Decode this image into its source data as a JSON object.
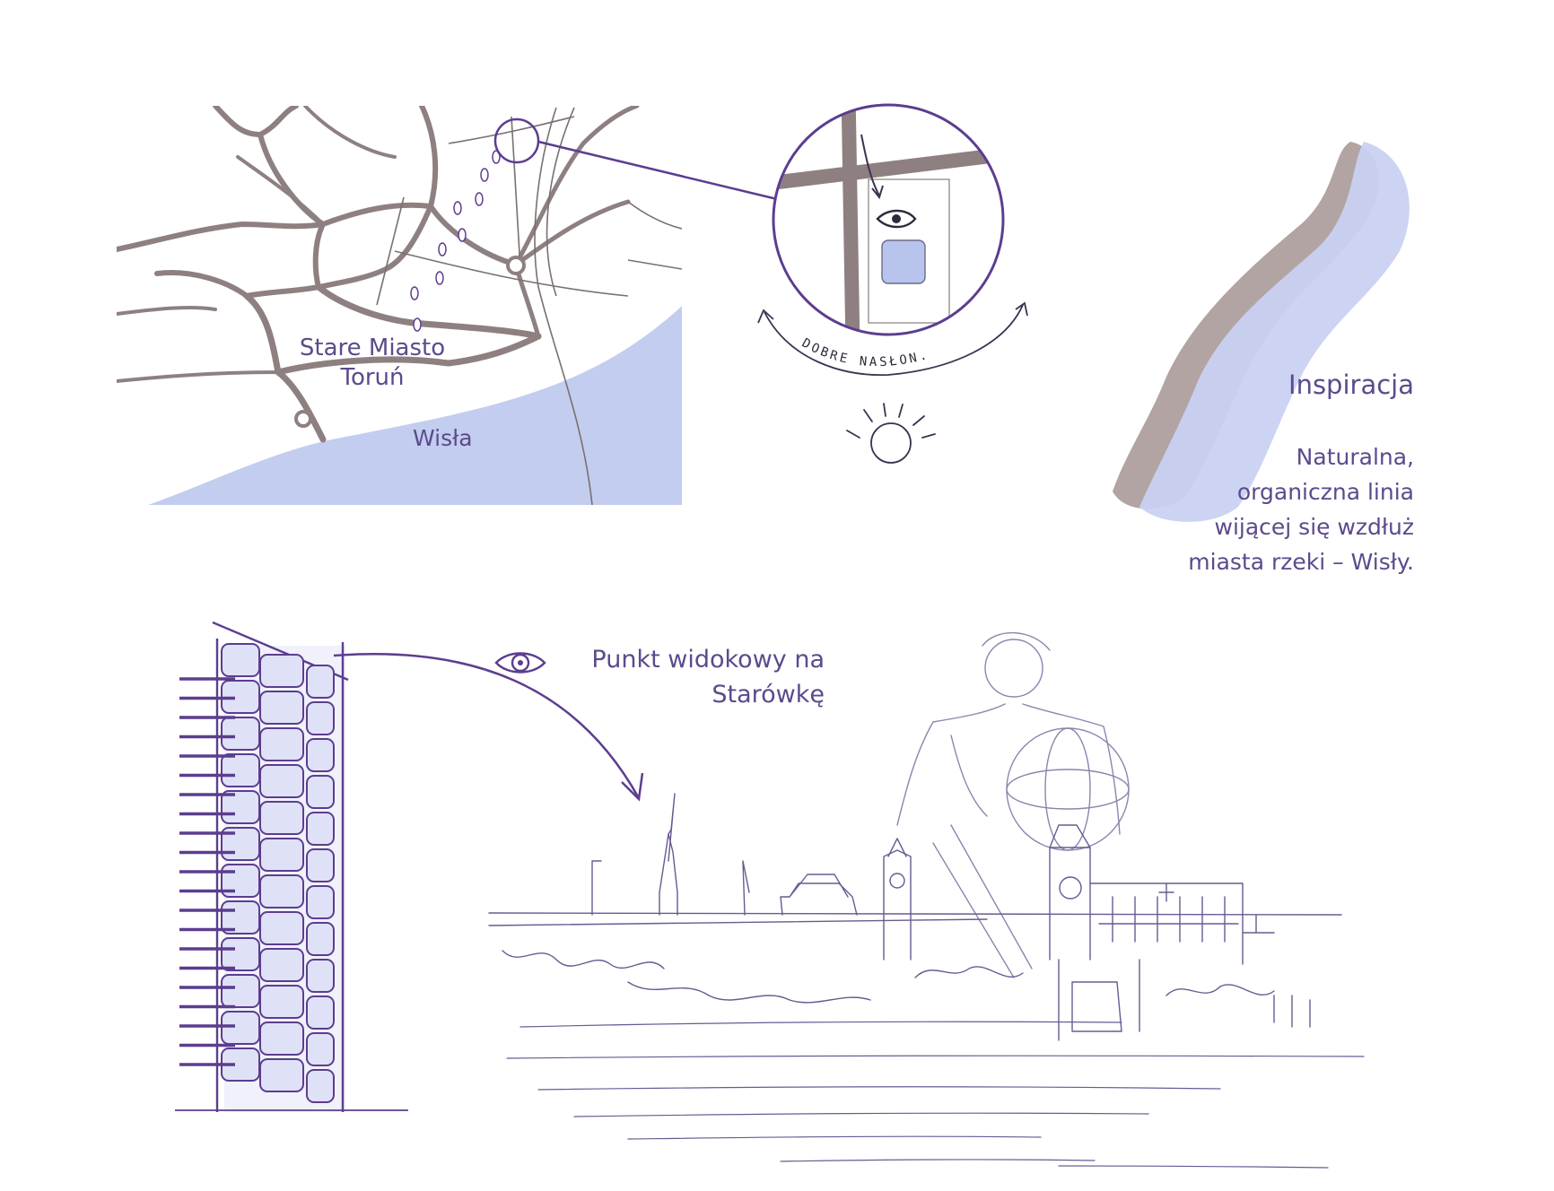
{
  "map": {
    "old_town_label": "Stare  Miasto Toruń",
    "river_label": "Wisła"
  },
  "detail": {
    "arc_label": "DOBRE NASŁON."
  },
  "inspiration": {
    "title": "Inspiracja",
    "text": "Naturalna, organiczna linia wijącej się wzdłuż miasta rzeki – Wisły."
  },
  "viewpoint": {
    "text": "Punkt widokowy na Starówkę"
  },
  "colors": {
    "accent_purple": "#5c3d8f",
    "river_blue": "#b9c4ec",
    "road_taupe": "#8e8080",
    "ink": "#3b3350"
  },
  "icons": [
    "eye-icon",
    "sun-icon",
    "parking-icon"
  ]
}
